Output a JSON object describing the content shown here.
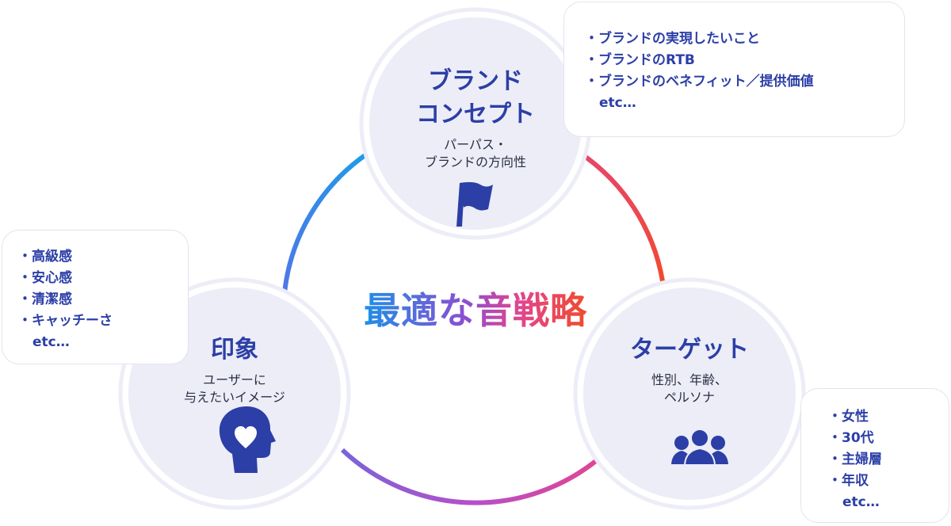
{
  "center_title": "最適な音戦略",
  "nodes": {
    "brand": {
      "title_line1": "ブランド",
      "title_line2": "コンセプト",
      "sub_line1": "パーパス・",
      "sub_line2": "ブランドの方向性",
      "icon": "flag-icon"
    },
    "impression": {
      "title": "印象",
      "sub_line1": "ユーザーに",
      "sub_line2": "与えたいイメージ",
      "icon": "head-heart-icon"
    },
    "target": {
      "title": "ターゲット",
      "sub_line1": "性別、年齢、",
      "sub_line2": "ペルソナ",
      "icon": "group-people-icon"
    }
  },
  "boxes": {
    "brand": [
      "・ブランドの実現したいこと",
      "・ブランドのRTB",
      "・ブランドのベネフィット／提供価値",
      "etc…"
    ],
    "impression": [
      "・高級感",
      "・安心感",
      "・清潔感",
      "・キャッチーさ",
      "etc…"
    ],
    "target": [
      "・女性",
      "・30代",
      "・主婦層",
      "・年収",
      "etc…"
    ]
  },
  "colors": {
    "accent_blue": "#2c3fa6",
    "circle_fill": "#ecedf7",
    "ring_blue": "#2196f0",
    "ring_red": "#f0403a",
    "ring_purple": "#8a4fd1",
    "ring_pink": "#e2458e"
  }
}
